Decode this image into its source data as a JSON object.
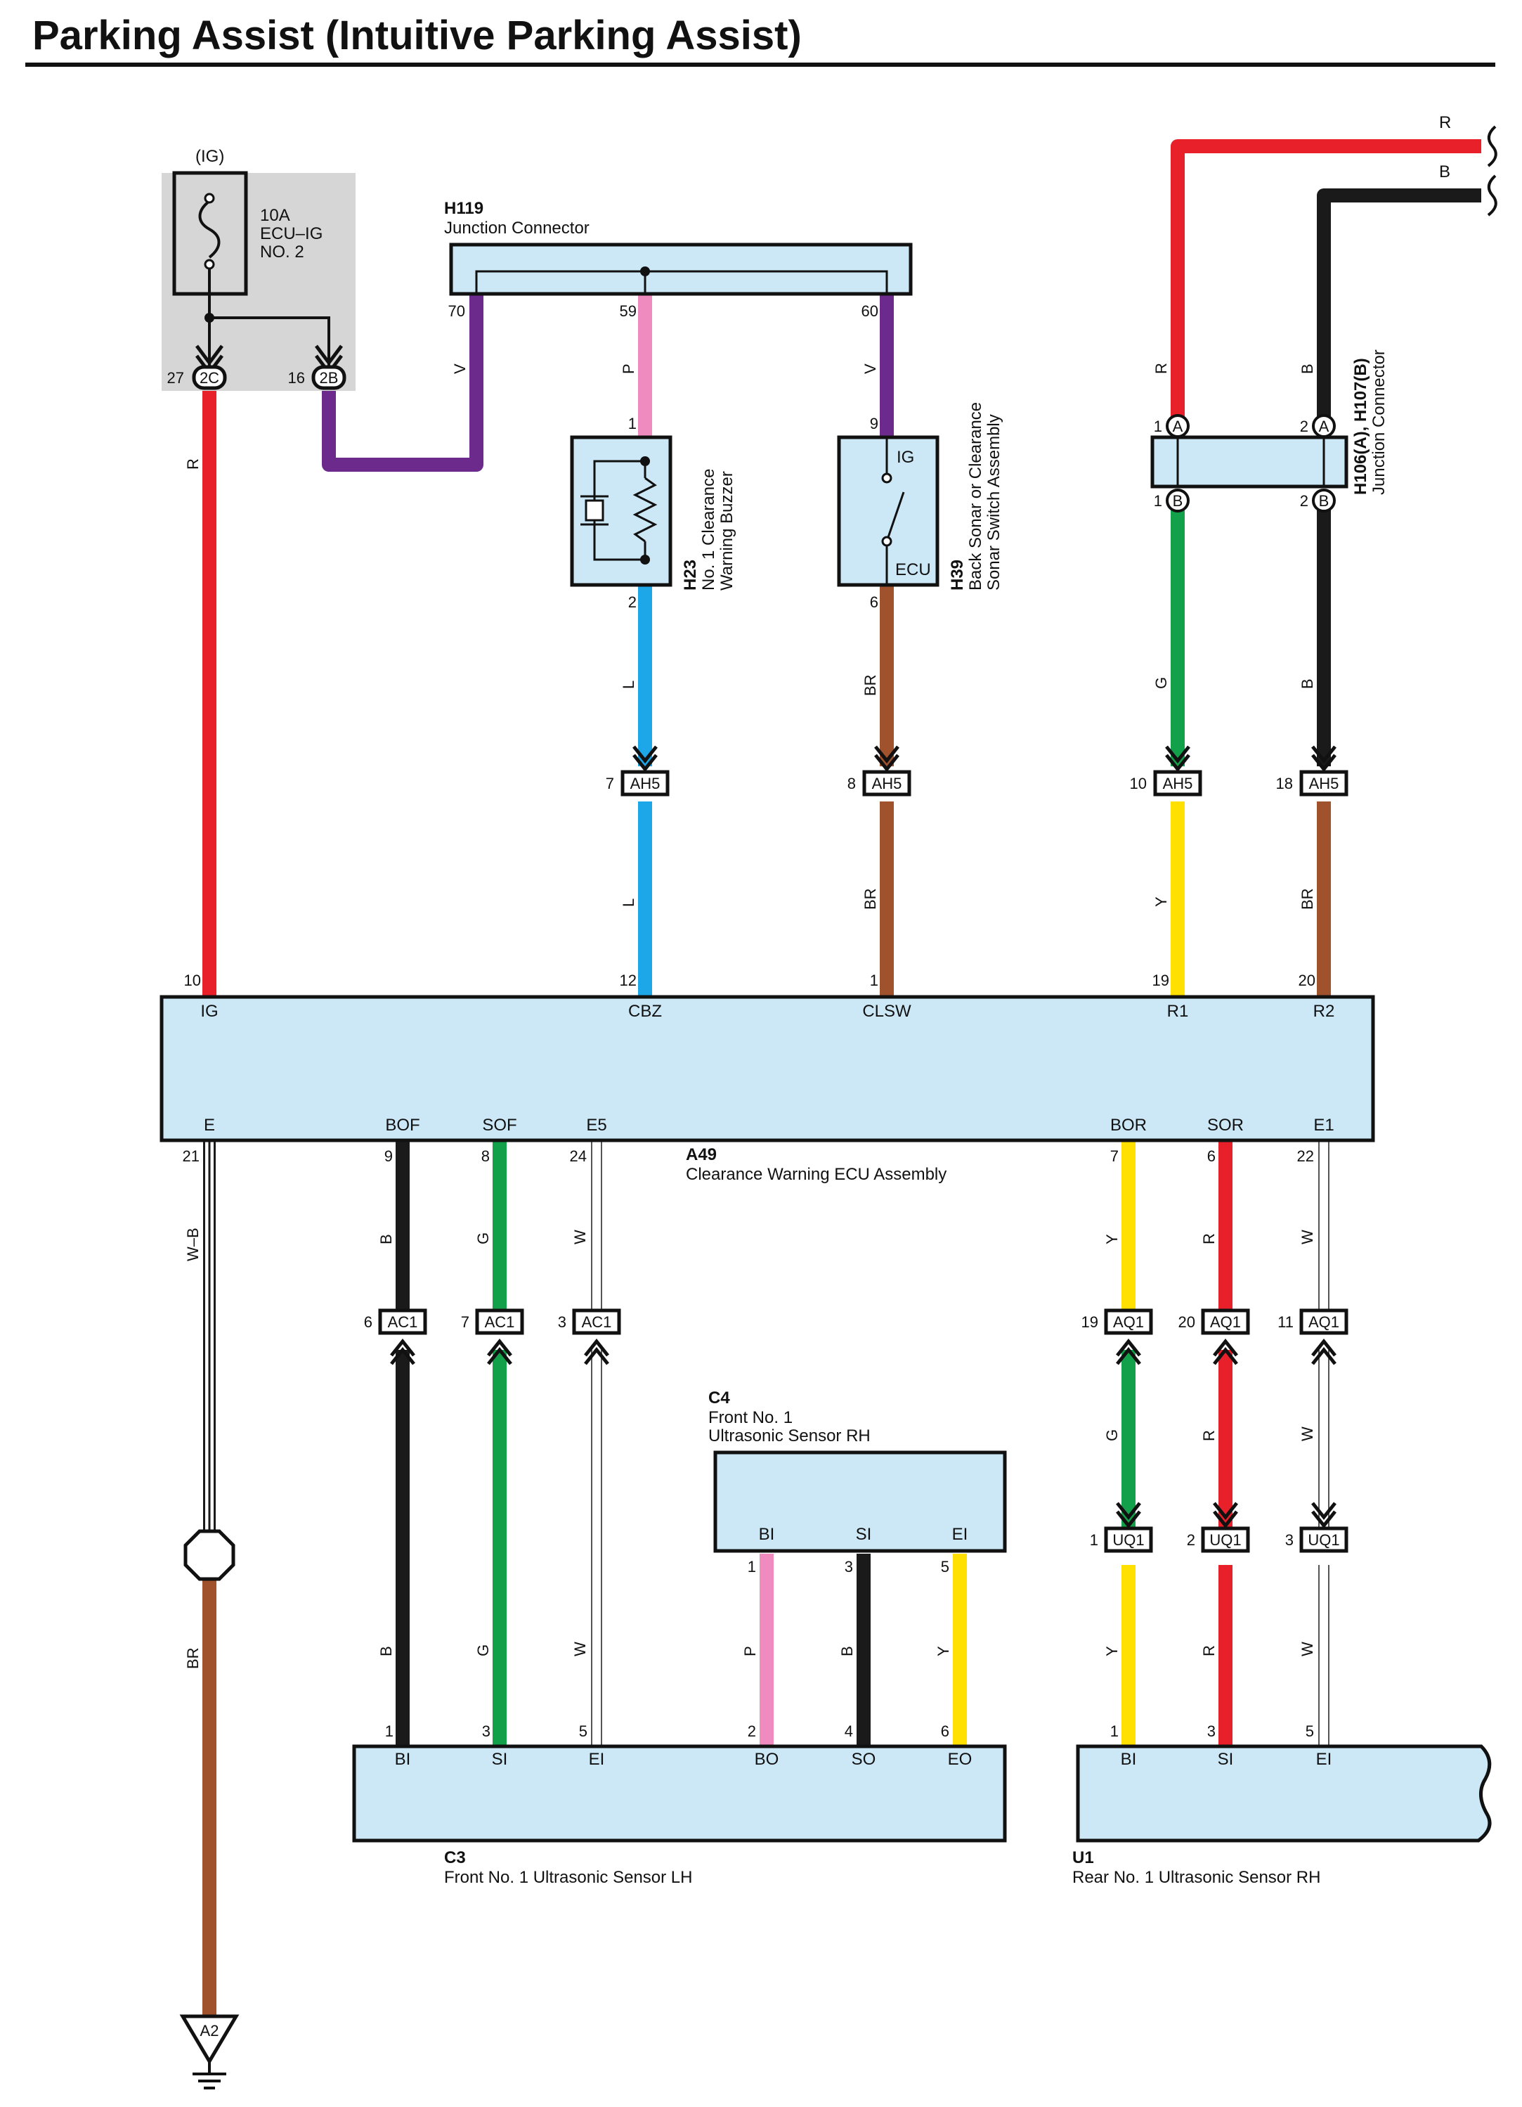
{
  "title": "Parking Assist (Intuitive Parking Assist)",
  "colors": {
    "R": "#e8202a",
    "B": "#1a1a1a",
    "V": "#6b2a8c",
    "P": "#ef8bbf",
    "L": "#1ea7e8",
    "BR": "#a0522d",
    "G": "#12a14a",
    "Y": "#ffe000",
    "W": "#ffffff",
    "box": "#cce8f7",
    "fuse_bg": "#d6d6d6"
  },
  "fuse": {
    "supply": "(IG)",
    "rating": "10A",
    "name": "ECU–IG",
    "number": "NO. 2",
    "conn_left": "2C",
    "pin_left": "27",
    "conn_right": "2B",
    "pin_right": "16"
  },
  "h119": {
    "id": "H119",
    "name": "Junction Connector",
    "pins": [
      "70",
      "59",
      "60"
    ]
  },
  "h23": {
    "id": "H23",
    "name1": "No.  1 Clearance",
    "name2": "Warning Buzzer",
    "pin_top": "1",
    "pin_bottom": "2"
  },
  "h39": {
    "id": "H39",
    "name1": "Back Sonar or Clearance",
    "name2": "Sonar Switch Assembly",
    "pin_top": "9",
    "pin_bottom": "6",
    "label_ig": "IG",
    "label_ecu": "ECU"
  },
  "h106": {
    "id": "H106(A), H107(B)",
    "name": "Junction Connector",
    "pin_a1": "1",
    "pin_a2": "2",
    "pin_b1": "1",
    "pin_b2": "2",
    "letter_a": "A",
    "letter_b": "B"
  },
  "top_wires": {
    "r": "R",
    "b": "B"
  },
  "ah5": {
    "name": "AH5",
    "items": [
      {
        "pin": "7"
      },
      {
        "pin": "8"
      },
      {
        "pin": "10"
      },
      {
        "pin": "18"
      }
    ]
  },
  "a49": {
    "id": "A49",
    "name": "Clearance Warning ECU Assembly",
    "top_terms": [
      {
        "pin": "10",
        "sig": "IG"
      },
      {
        "pin": "12",
        "sig": "CBZ"
      },
      {
        "pin": "1",
        "sig": "CLSW"
      },
      {
        "pin": "19",
        "sig": "R1"
      },
      {
        "pin": "20",
        "sig": "R2"
      }
    ],
    "bottom_terms": [
      {
        "pin": "21",
        "sig": "E"
      },
      {
        "pin": "9",
        "sig": "BOF"
      },
      {
        "pin": "8",
        "sig": "SOF"
      },
      {
        "pin": "24",
        "sig": "E5"
      },
      {
        "pin": "7",
        "sig": "BOR"
      },
      {
        "pin": "6",
        "sig": "SOR"
      },
      {
        "pin": "22",
        "sig": "E1"
      }
    ]
  },
  "wire_codes": {
    "fuse_r": "R",
    "h119_v_left": "V",
    "h119_p": "P",
    "h119_v_right": "V",
    "h106_r": "R",
    "h106_b": "B",
    "h23_l": "L",
    "h39_br": "BR",
    "h106_g": "G",
    "h106_b2": "B",
    "ah5_l": "L",
    "ah5_br": "BR",
    "ah5_y": "Y",
    "ah5_br2": "BR",
    "e_wb": "W–B",
    "e_br": "BR",
    "bof_b": "B",
    "sof_g": "G",
    "e5_w": "W",
    "bor_y": "Y",
    "sor_r": "R",
    "e1_w": "W",
    "ac1_b": "B",
    "ac1_g": "G",
    "ac1_w": "W",
    "aq1_g": "G",
    "aq1_r": "R",
    "aq1_w": "W",
    "c4_p": "P",
    "c4_b": "B",
    "c4_y": "Y",
    "uq1_y": "Y",
    "uq1_r": "R",
    "uq1_w": "W"
  },
  "ac1": {
    "name": "AC1",
    "pins": [
      "6",
      "7",
      "3"
    ]
  },
  "aq1": {
    "name": "AQ1",
    "pins": [
      "19",
      "20",
      "11"
    ]
  },
  "uq1": {
    "name": "UQ1",
    "pins": [
      "1",
      "2",
      "3"
    ]
  },
  "c4": {
    "id": "C4",
    "name1": "Front No.  1",
    "name2": "Ultrasonic Sensor RH",
    "terms": [
      {
        "pin": "1",
        "sig": "BI"
      },
      {
        "pin": "3",
        "sig": "SI"
      },
      {
        "pin": "5",
        "sig": "EI"
      }
    ]
  },
  "c3": {
    "id": "C3",
    "name": "Front No.  1 Ultrasonic Sensor LH",
    "terms": [
      {
        "pin": "1",
        "sig": "BI"
      },
      {
        "pin": "3",
        "sig": "SI"
      },
      {
        "pin": "5",
        "sig": "EI"
      },
      {
        "pin": "2",
        "sig": "BO"
      },
      {
        "pin": "4",
        "sig": "SO"
      },
      {
        "pin": "6",
        "sig": "EO"
      }
    ]
  },
  "u1": {
    "id": "U1",
    "name": "Rear No.  1 Ultrasonic Sensor RH",
    "terms": [
      {
        "pin": "1",
        "sig": "BI"
      },
      {
        "pin": "3",
        "sig": "SI"
      },
      {
        "pin": "5",
        "sig": "EI"
      }
    ]
  },
  "ground": {
    "name": "A2"
  }
}
